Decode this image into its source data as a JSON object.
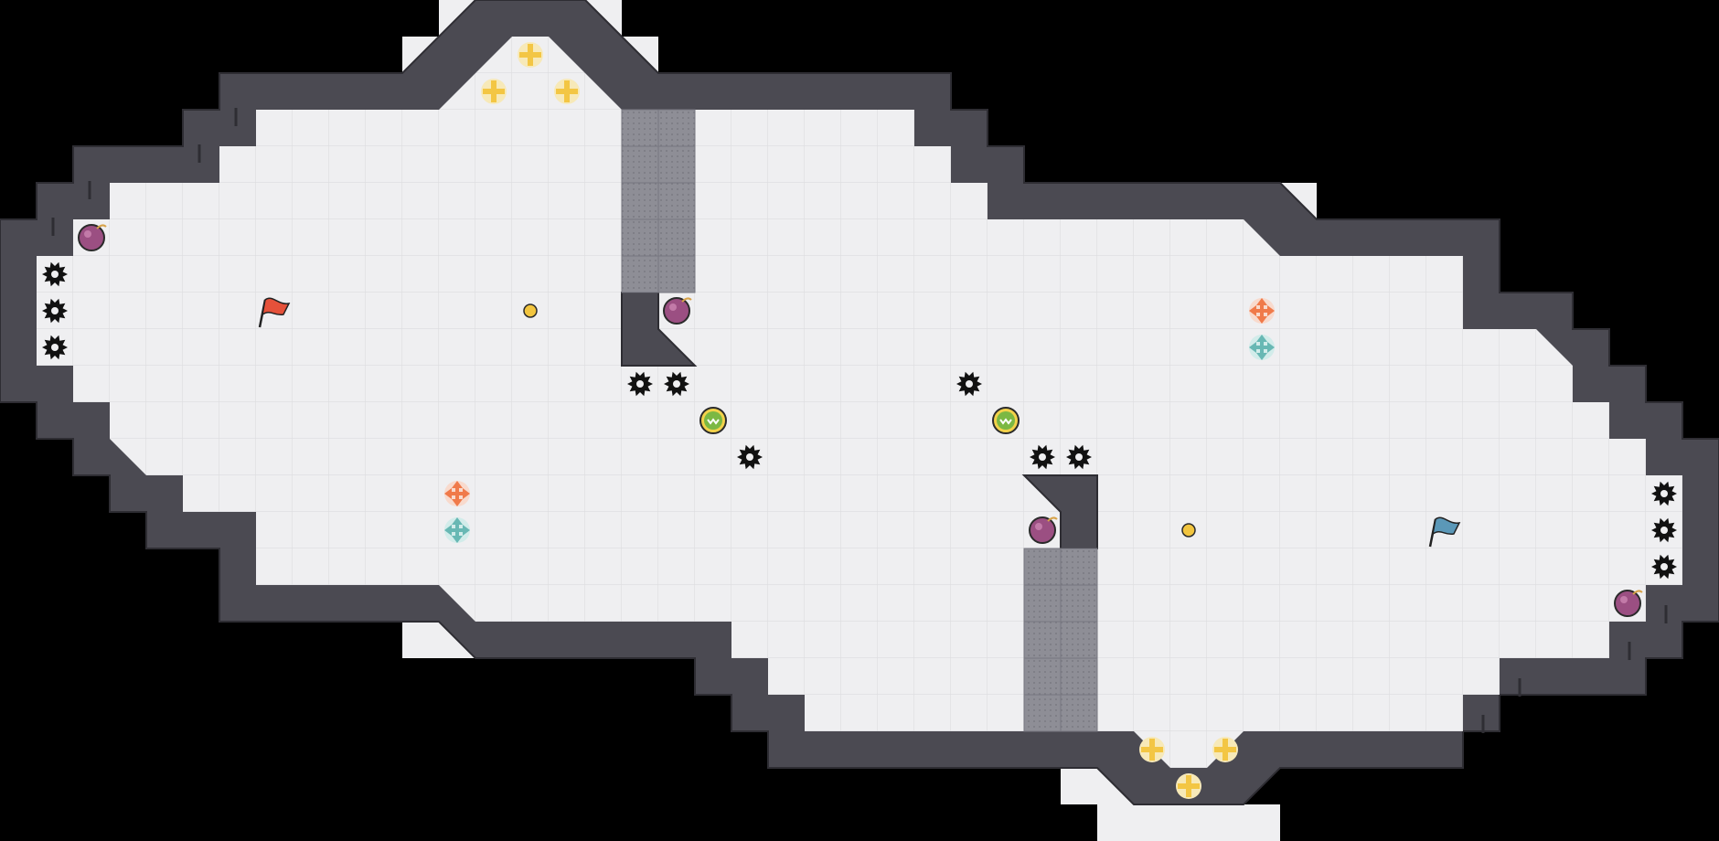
{
  "game": {
    "mode": "capture-the-flag",
    "symmetry": "point-symmetric",
    "colors": {
      "background": "#000000",
      "floor": "#efeff1",
      "grid_line": "#dcdce0",
      "wall": "#4b4a52",
      "wall_edge": "#2e2d33",
      "spike_block": "#8e8e96",
      "red_team": "#e5513a",
      "blue_team": "#5b98b8",
      "powerup_yellow": "#f3c644",
      "boost_orange": "#f07a4a",
      "boost_teal": "#68b8b4",
      "bomb_purple": "#9b4f82",
      "gate_green": "#7bb843",
      "spike_black": "#111111",
      "token_gold": "#f2c53f"
    },
    "legend": {
      "red_flag": "red-flag-icon",
      "blue_flag": "blue-flag-icon",
      "spike": "spike-icon",
      "bomb": "bomb-icon",
      "boost": "boost-icon",
      "team_boost": "team-boost-icon",
      "powerup": "powerup-icon",
      "gate_button": "gate-button-icon",
      "token": "token-icon",
      "spike_block": "spike-block-tile"
    }
  }
}
